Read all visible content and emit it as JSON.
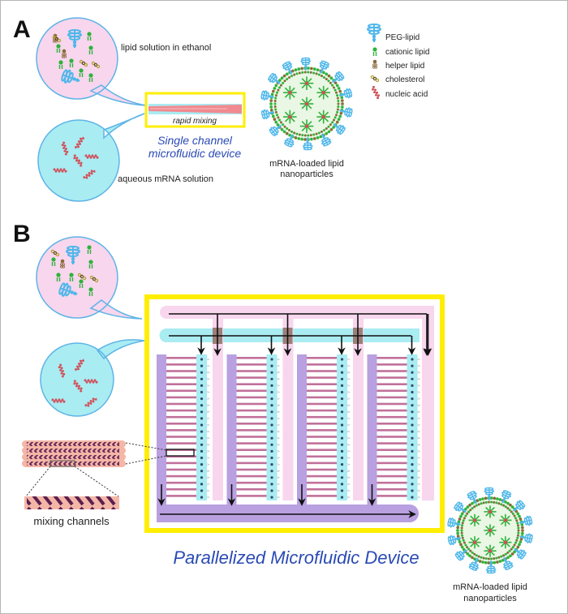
{
  "panels": {
    "a": {
      "letter": "A",
      "lipid_solution_label": "lipid solution in ethanol",
      "aqueous_solution_label": "aqueous mRNA solution",
      "mixer_caption": "rapid mixing",
      "device_title_line1": "Single channel",
      "device_title_line2": "microfluidic device",
      "product_label_line1": "mRNA-loaded lipid",
      "product_label_line2": "nanoparticles",
      "legend": [
        {
          "icon": "peg-lipid-icon",
          "label": "PEG-lipid"
        },
        {
          "icon": "cationic-lipid-icon",
          "label": "cationic lipid"
        },
        {
          "icon": "helper-lipid-icon",
          "label": "helper lipid"
        },
        {
          "icon": "cholesterol-icon",
          "label": "cholesterol"
        },
        {
          "icon": "nucleic-acid-icon",
          "label": "nucleic acid"
        }
      ]
    },
    "b": {
      "letter": "B",
      "mixing_channels_label": "mixing channels",
      "device_title": "Parallelized Microfluidic Device",
      "product_label_line1": "mRNA-loaded lipid",
      "product_label_line2": "nanoparticles",
      "parallel_units": 4,
      "mixing_channels_per_unit": 22
    }
  },
  "colors": {
    "lipid_phase": "#f7d6ee",
    "aqueous_phase": "#a9ecf2",
    "outlet_channel": "#b9a0e0",
    "mixing_channel": "#c0709a",
    "device_frame": "#ffee00",
    "junction": "#9c7e78",
    "title_blue": "#2a4ab5",
    "peg": "#4fb7ea",
    "cationic": "#2db33a",
    "helper": "#8a6a3a",
    "cholesterol": "#b5a030",
    "nucleic": "#d0505a"
  }
}
